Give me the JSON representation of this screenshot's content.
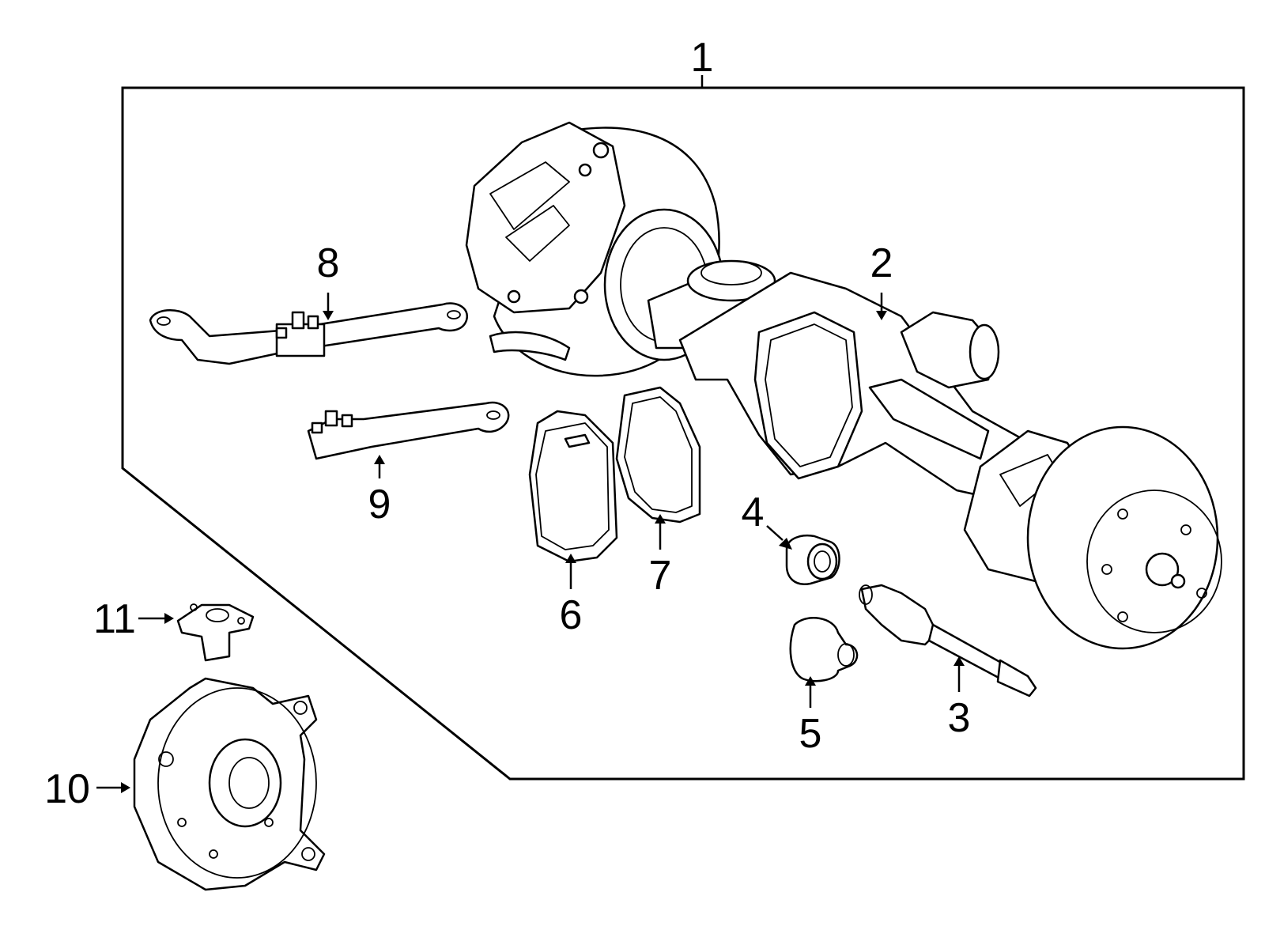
{
  "diagram": {
    "type": "exploded-parts-diagram",
    "stroke_color": "#000000",
    "background_color": "#ffffff",
    "callouts": [
      {
        "id": "1",
        "label": "1"
      },
      {
        "id": "2",
        "label": "2"
      },
      {
        "id": "3",
        "label": "3"
      },
      {
        "id": "4",
        "label": "4"
      },
      {
        "id": "5",
        "label": "5"
      },
      {
        "id": "6",
        "label": "6"
      },
      {
        "id": "7",
        "label": "7"
      },
      {
        "id": "8",
        "label": "8"
      },
      {
        "id": "9",
        "label": "9"
      },
      {
        "id": "10",
        "label": "10"
      },
      {
        "id": "11",
        "label": "11"
      }
    ]
  }
}
